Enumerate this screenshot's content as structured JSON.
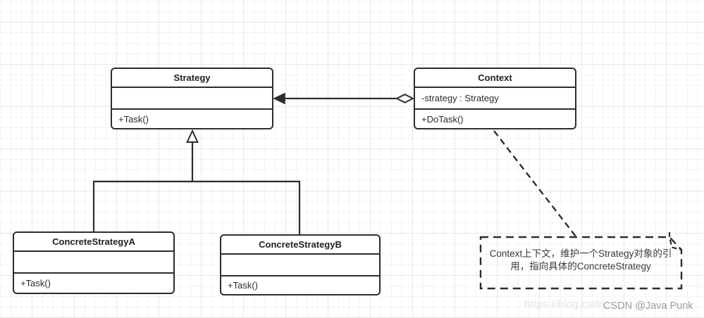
{
  "classes": [
    {
      "name": "Strategy",
      "attribute": "",
      "method": "+Task()"
    },
    {
      "name": "Context",
      "attribute": "-strategy : Strategy",
      "method": "+DoTask()"
    },
    {
      "name": "ConcreteStrategyA",
      "attribute": "",
      "method": "+Task()"
    },
    {
      "name": "ConcreteStrategyB",
      "attribute": "",
      "method": "+Task()"
    }
  ],
  "note": {
    "text": "Context上下文，维护一个Strategy对象的引用，指向具体的ConcreteStrategy"
  },
  "relationships": [
    {
      "type": "aggregation",
      "from": "Context",
      "to": "Strategy"
    },
    {
      "type": "inheritance",
      "from": "ConcreteStrategyA",
      "to": "Strategy"
    },
    {
      "type": "inheritance",
      "from": "ConcreteStrategyB",
      "to": "Strategy"
    },
    {
      "type": "note-anchor",
      "from": "Context",
      "to": "note"
    }
  ],
  "watermark": {
    "url_text": "https://blog.csdn",
    "credit": "CSDN @Java Punk"
  },
  "colors": {
    "stroke": "#2d2d2d",
    "grid_minor": "#f3f3f3",
    "grid_major": "#e7e7e7",
    "note_text": "#3a3a3a",
    "watermark_faint": "#e3e3e3",
    "watermark_gray": "#9c9c9c"
  }
}
